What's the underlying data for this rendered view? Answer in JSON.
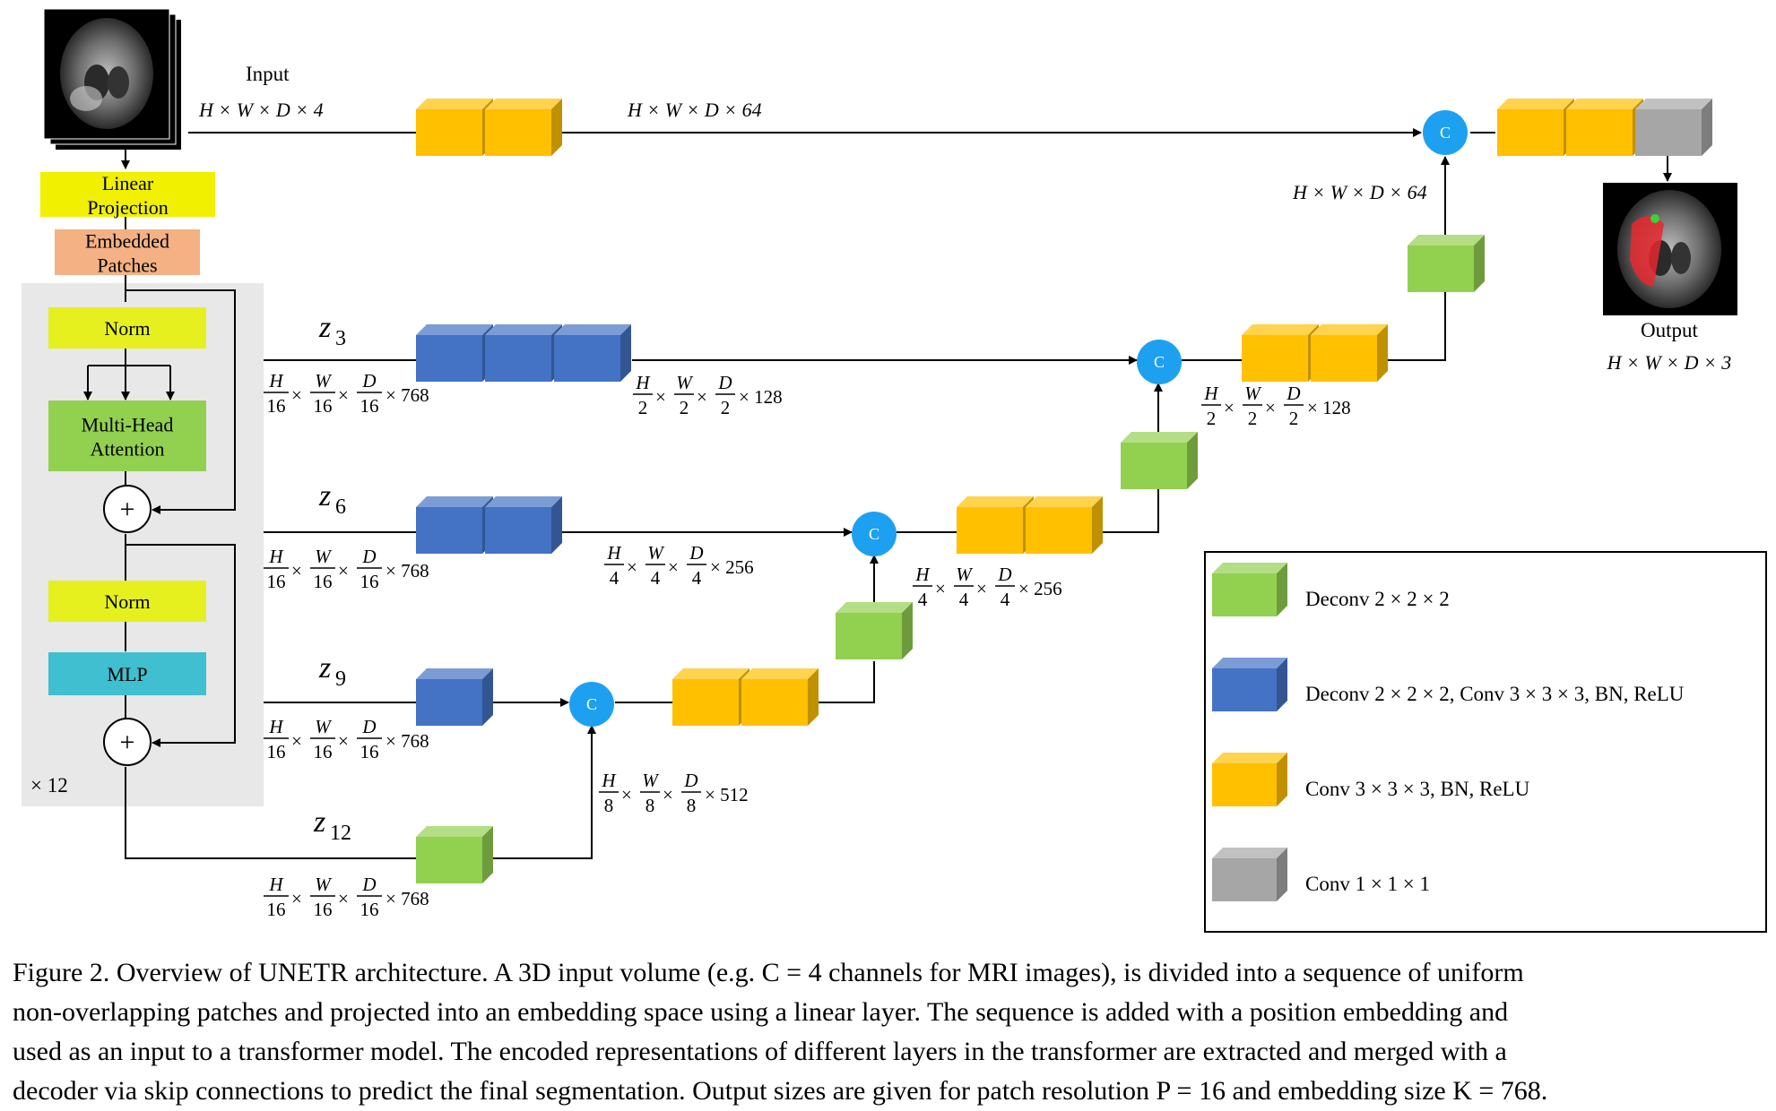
{
  "colors": {
    "orange": "#FFC000",
    "blue": "#4472C4",
    "green": "#92D050",
    "gray": "#A6A6A6",
    "yellow": "#E6F01E",
    "linear": "#F0F000",
    "embed": "#F4B183",
    "mlp": "#3FBFCF",
    "concat": "#1EA0F0",
    "panel": "#E8E8E8"
  },
  "labels": {
    "input": "Input",
    "input_dims": "H × W × D × 4",
    "top_dims": "H × W × D × 64",
    "dec1_dims": "H × W × D × 64",
    "output": "Output",
    "output_dims": "H × W × D × 3",
    "linear_projection_1": "Linear",
    "linear_projection_2": "Projection",
    "embedded_patches_1": "Embedded",
    "embedded_patches_2": "Patches",
    "norm_1": "Norm",
    "mha_1": "Multi-Head",
    "mha_2": "Attention",
    "norm_2": "Norm",
    "mlp": "MLP",
    "repeat": "× 12",
    "plus": "+",
    "concat": "C",
    "z3": "z",
    "z3_sub": "3",
    "z6": "z",
    "z6_sub": "6",
    "z9": "z",
    "z9_sub": "9",
    "z12": "z",
    "z12_sub": "12"
  },
  "fractions": {
    "f16": {
      "h": "H",
      "w": "W",
      "d": "D",
      "den": "16",
      "tail": "× 768"
    },
    "f2": {
      "h": "H",
      "w": "W",
      "d": "D",
      "den": "2",
      "tail": "× 128"
    },
    "f4": {
      "h": "H",
      "w": "W",
      "d": "D",
      "den": "4",
      "tail": "× 256"
    },
    "f8": {
      "h": "H",
      "w": "W",
      "d": "D",
      "den": "8",
      "tail": "× 512"
    }
  },
  "legend": [
    {
      "color": "green",
      "label": "Deconv 2 × 2 × 2"
    },
    {
      "color": "blue",
      "label": "Deconv 2 × 2 × 2,  Conv 3 × 3 × 3, BN, ReLU"
    },
    {
      "color": "orange",
      "label": "Conv 3 × 3 × 3, BN, ReLU"
    },
    {
      "color": "gray",
      "label": "Conv 1 × 1 × 1"
    }
  ],
  "caption": [
    "Figure 2. Overview of UNETR architecture. A 3D input volume (e.g. C = 4 channels for MRI images), is divided into a sequence of uniform",
    "non-overlapping patches and projected into an embedding space using a linear layer. The sequence is added with a position embedding and",
    "used as an input to a transformer model. The encoded representations of different layers in the transformer are extracted and merged with a",
    "decoder via skip connections to predict the final segmentation. Output sizes are given for patch resolution P = 16 and embedding size K = 768."
  ]
}
